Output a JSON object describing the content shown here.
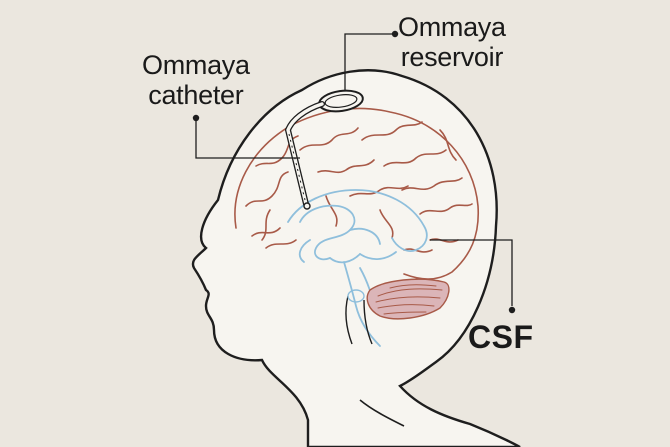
{
  "labels": {
    "ommaya_catheter": [
      "Ommaya",
      "catheter"
    ],
    "ommaya_reservoir": [
      "Ommaya",
      "reservoir"
    ],
    "csf": "CSF"
  },
  "colors": {
    "background": "#ebe7df",
    "head_fill": "#f7f5f0",
    "outline": "#1e1e1e",
    "brain": "#a85a48",
    "ventricles": "#8fbfdc",
    "cerebellum": "#c98a90"
  }
}
